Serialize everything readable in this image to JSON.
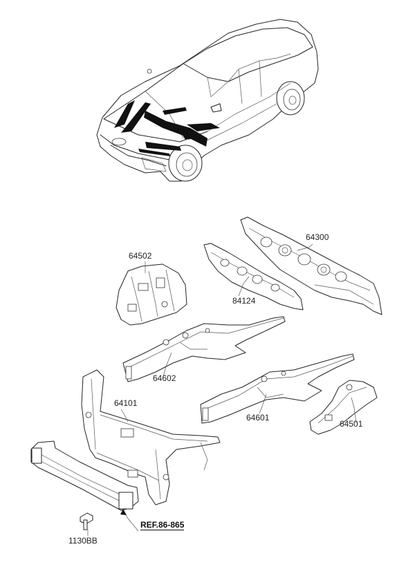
{
  "labels": {
    "p64300": "64300",
    "p64502": "64502",
    "p84124": "84124",
    "p64602": "64602",
    "p64101": "64101",
    "p64601": "64601",
    "p64501": "64501",
    "p1130BB": "1130BB",
    "ref": "REF.86-865"
  }
}
